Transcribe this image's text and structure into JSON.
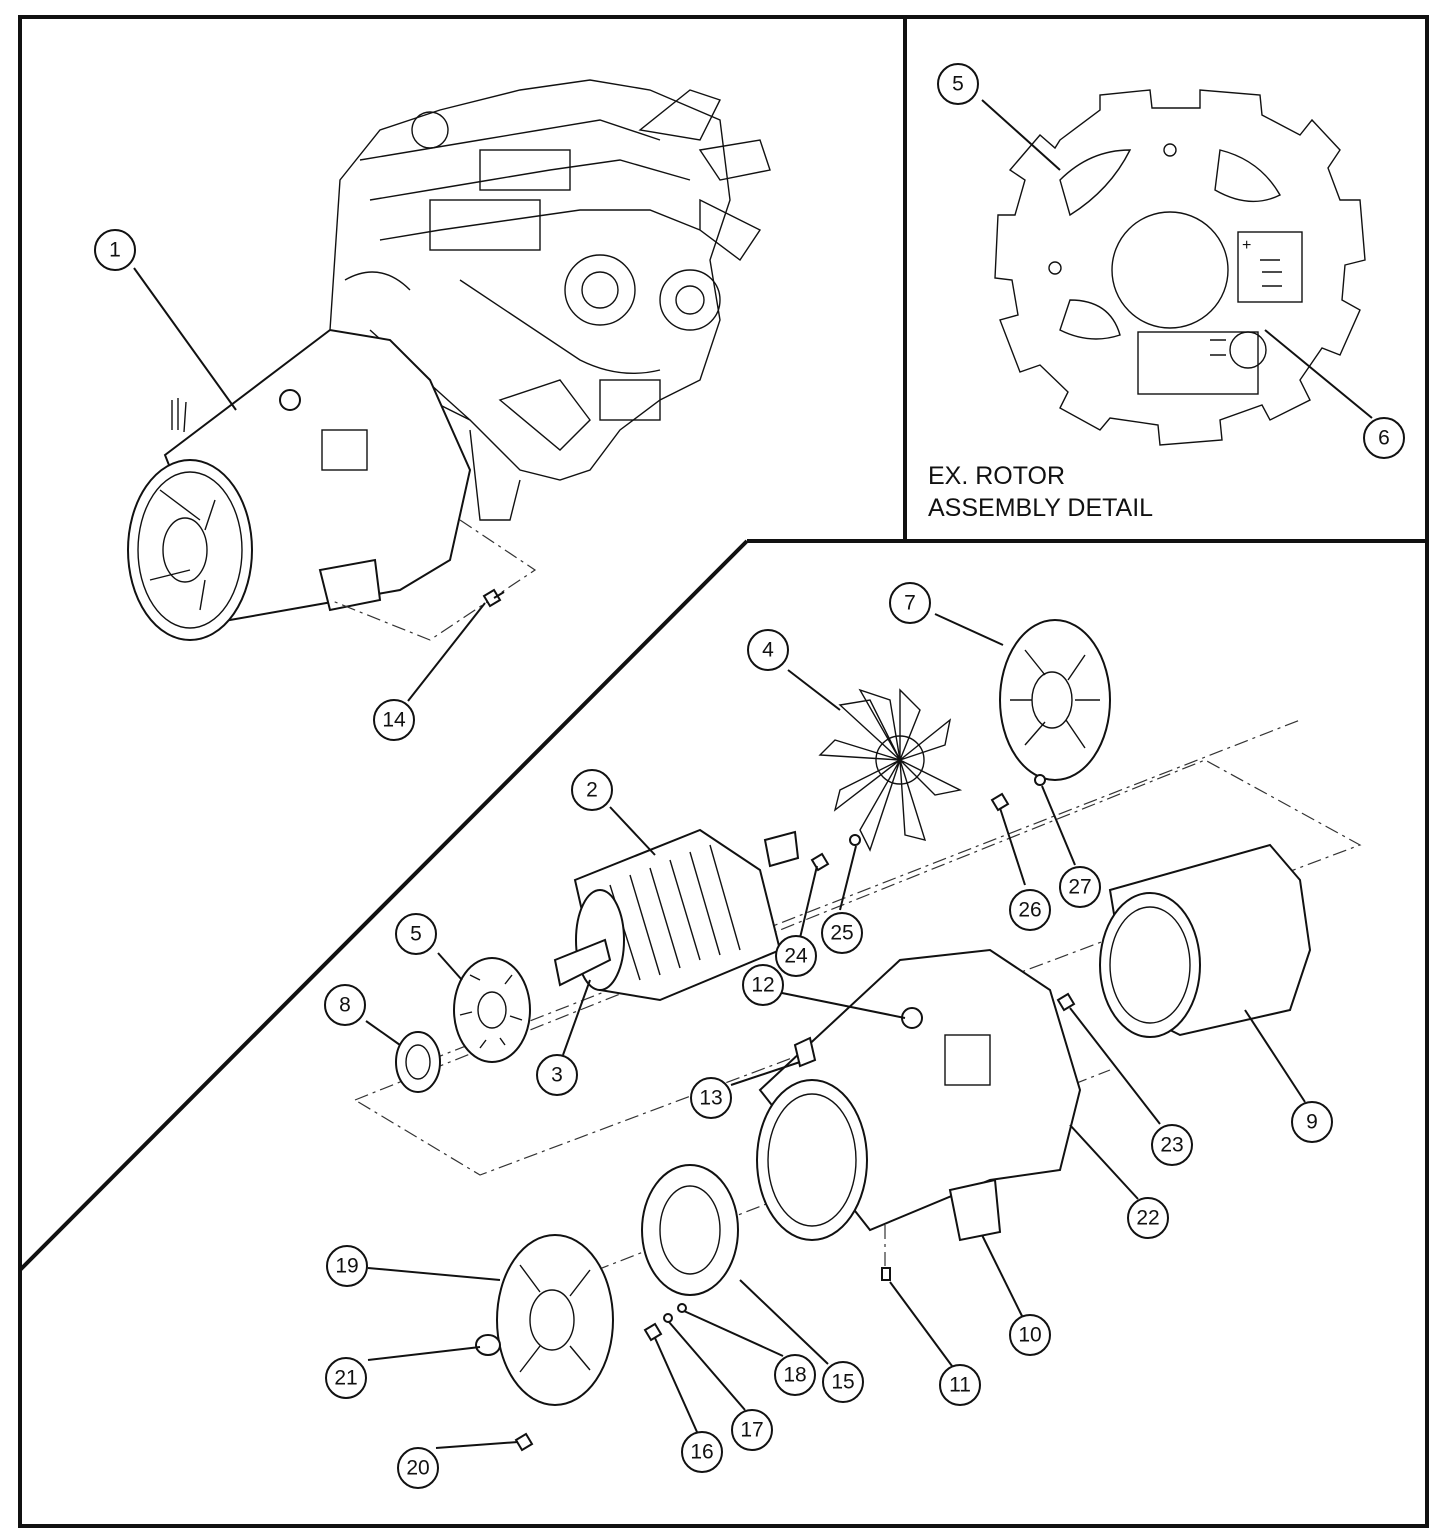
{
  "detail": {
    "title_line1": "EX. ROTOR",
    "title_line2": "ASSEMBLY DETAIL"
  },
  "callouts": [
    {
      "id": "1",
      "label": "1"
    },
    {
      "id": "2",
      "label": "2"
    },
    {
      "id": "3",
      "label": "3"
    },
    {
      "id": "4",
      "label": "4"
    },
    {
      "id": "5",
      "label": "5"
    },
    {
      "id": "5b",
      "label": "5"
    },
    {
      "id": "6",
      "label": "6"
    },
    {
      "id": "7",
      "label": "7"
    },
    {
      "id": "8",
      "label": "8"
    },
    {
      "id": "9",
      "label": "9"
    },
    {
      "id": "10",
      "label": "10"
    },
    {
      "id": "11",
      "label": "11"
    },
    {
      "id": "12",
      "label": "12"
    },
    {
      "id": "13",
      "label": "13"
    },
    {
      "id": "14",
      "label": "14"
    },
    {
      "id": "15",
      "label": "15"
    },
    {
      "id": "16",
      "label": "16"
    },
    {
      "id": "17",
      "label": "17"
    },
    {
      "id": "18",
      "label": "18"
    },
    {
      "id": "19",
      "label": "19"
    },
    {
      "id": "20",
      "label": "20"
    },
    {
      "id": "21",
      "label": "21"
    },
    {
      "id": "22",
      "label": "22"
    },
    {
      "id": "23",
      "label": "23"
    },
    {
      "id": "24",
      "label": "24"
    },
    {
      "id": "25",
      "label": "25"
    },
    {
      "id": "26",
      "label": "26"
    },
    {
      "id": "27",
      "label": "27"
    }
  ]
}
